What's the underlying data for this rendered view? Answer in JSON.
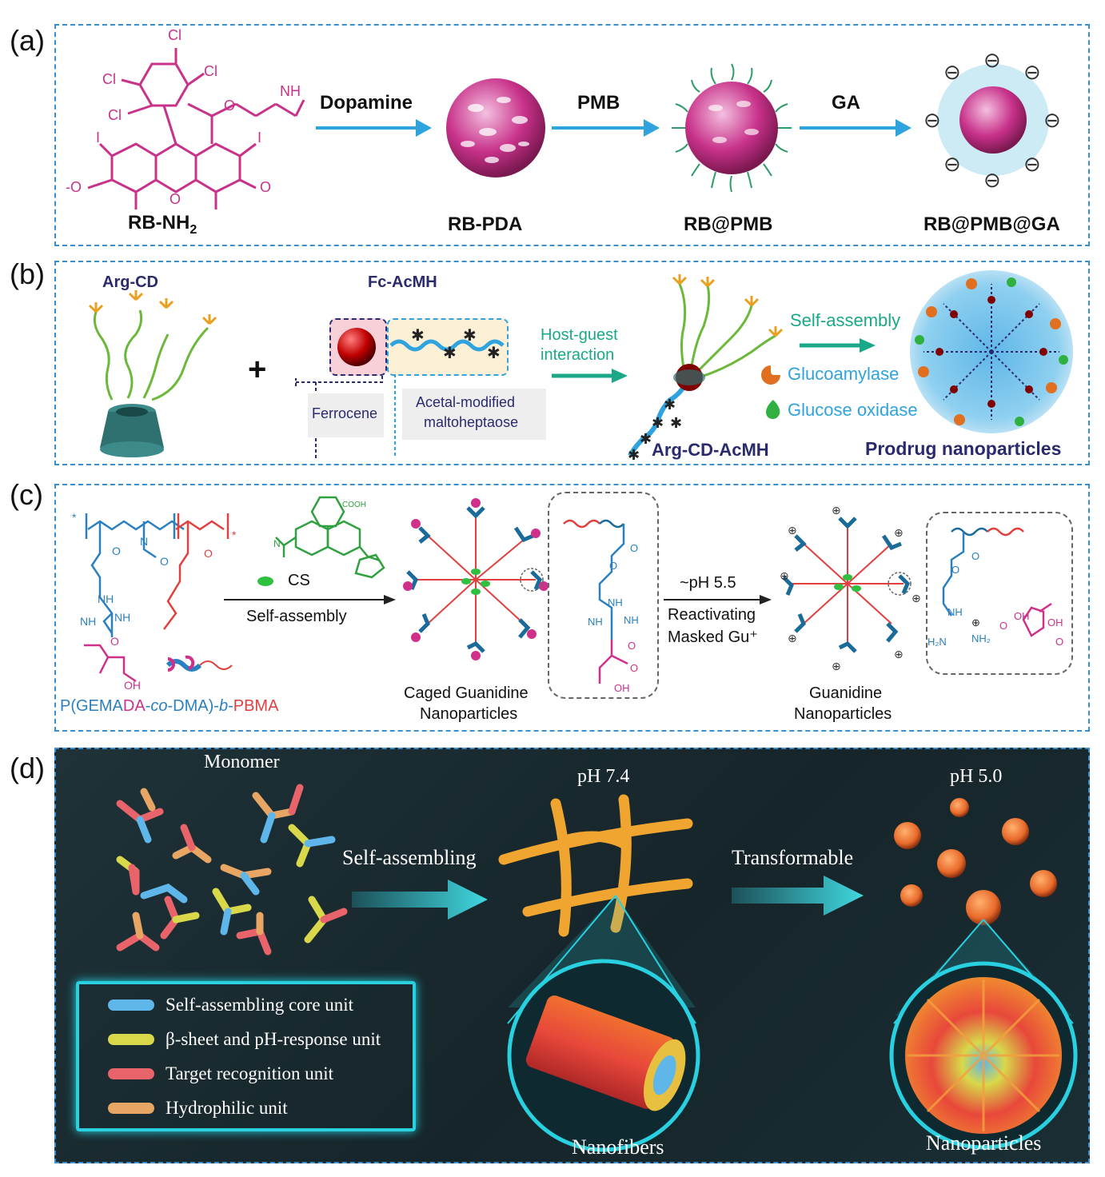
{
  "panels": {
    "a": {
      "label": "(a)",
      "stage_labels": [
        "RB-NH",
        "RB-PDA",
        "RB@PMB",
        "RB@PMB@GA"
      ],
      "subscript_2": "2",
      "arrows": [
        "Dopamine",
        "PMB",
        "GA"
      ],
      "atoms": {
        "cl": "Cl",
        "nh2": "NH",
        "i": "I",
        "o": "O",
        "minus_o": "-O"
      },
      "charge": "⊖"
    },
    "b": {
      "label": "(b)",
      "arg_cd": "Arg-CD",
      "fc_acmh": "Fc-AcMH",
      "plus": "+",
      "ferrocene": "Ferrocene",
      "acetal_line1": "Acetal-modified",
      "acetal_line2": "maltoheptaose",
      "host_guest_line1": "Host-guest",
      "host_guest_line2": "interaction",
      "complex": "Arg-CD-AcMH",
      "self_assembly": "Self-assembly",
      "glucoamylase": "Glucoamylase",
      "glucose_oxidase": "Glucose oxidase",
      "prodrug": "Prodrug nanoparticles"
    },
    "c": {
      "label": "(c)",
      "polymer_name_parts": [
        "P(GEMA",
        "DA",
        "-",
        "co",
        "-DMA)-",
        "b",
        "-",
        "PBMA"
      ],
      "cs": "CS",
      "self_assembly": "Self-assembly",
      "ph": "~pH 5.5",
      "reactivating_line1": "Reactivating",
      "reactivating_line2": "Masked Gu⁺",
      "caged_line1": "Caged Guanidine",
      "caged_line2": "Nanoparticles",
      "guanidine_line1": "Guanidine",
      "guanidine_line2": "Nanoparticles",
      "chem": {
        "nh": "NH",
        "oh": "OH",
        "n": "N",
        "cooh": "COOH",
        "o": "O",
        "nh2": "NH₂",
        "h2n": "H₂N",
        "star": "*",
        "plus": "⊕"
      }
    },
    "d": {
      "label": "(d)",
      "monomer": "Monomer",
      "ph74": "pH 7.4",
      "ph50": "pH 5.0",
      "self_assembling": "Self-assembling",
      "transformable": "Transformable",
      "nanofibers": "Nanofibers",
      "nanoparticles": "Nanoparticles",
      "legend": [
        {
          "label": "Self-assembling core unit",
          "color": "#5fb6e8"
        },
        {
          "label": "β-sheet and pH-response unit",
          "color": "#d8d84a"
        },
        {
          "label": "Target recognition unit",
          "color": "#e8646a"
        },
        {
          "label": "Hydrophilic unit",
          "color": "#e8a664"
        }
      ]
    }
  },
  "colors": {
    "panel_border": "#3a8fd0",
    "rb_magenta": "#c8328a",
    "arrow_blue": "#2ea3dd",
    "teal_text": "#1aa889",
    "navy_text": "#2a2a6e",
    "dark_bg": "#1a2a30",
    "cyan_glow": "#28d0e0"
  }
}
